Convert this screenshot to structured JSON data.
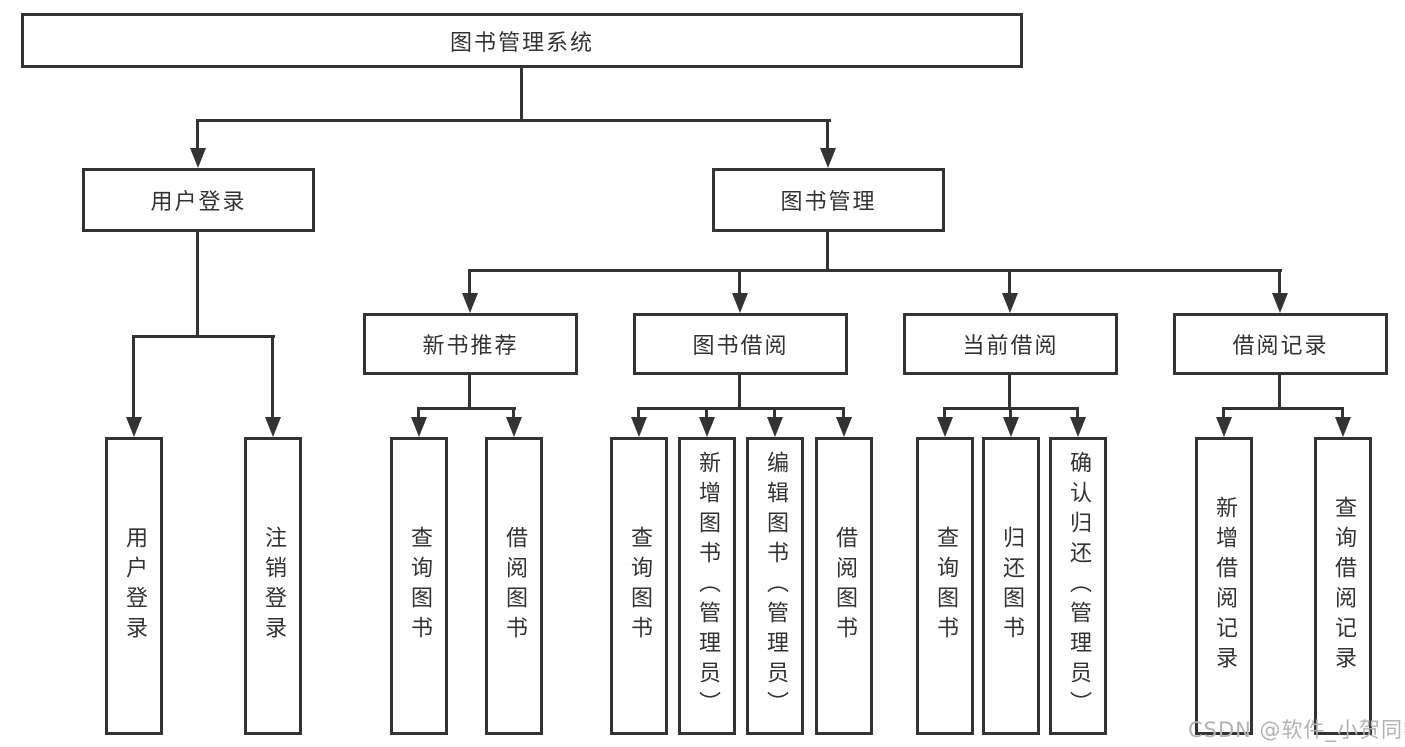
{
  "root": {
    "label": "图书管理系统"
  },
  "branches": [
    {
      "label": "用户登录",
      "children": [
        {
          "label": "用户登录"
        },
        {
          "label": "注销登录"
        }
      ]
    },
    {
      "label": "图书管理",
      "children": [
        {
          "label": "新书推荐",
          "children": [
            {
              "label": "查询图书"
            },
            {
              "label": "借阅图书"
            }
          ]
        },
        {
          "label": "图书借阅",
          "children": [
            {
              "label": "查询图书"
            },
            {
              "label": "新增图书（管理员）"
            },
            {
              "label": "编辑图书（管理员）"
            },
            {
              "label": "借阅图书"
            }
          ]
        },
        {
          "label": "当前借阅",
          "children": [
            {
              "label": "查询图书"
            },
            {
              "label": "归还图书"
            },
            {
              "label": "确认归还（管理员）"
            }
          ]
        },
        {
          "label": "借阅记录",
          "children": [
            {
              "label": "新增借阅记录"
            },
            {
              "label": "查询借阅记录"
            }
          ]
        }
      ]
    }
  ],
  "watermark": "CSDN @软件_小贺同学",
  "colors": {
    "line": "#333333",
    "text": "#333333",
    "watermark": "#b3b3b3",
    "background": "#ffffff"
  }
}
